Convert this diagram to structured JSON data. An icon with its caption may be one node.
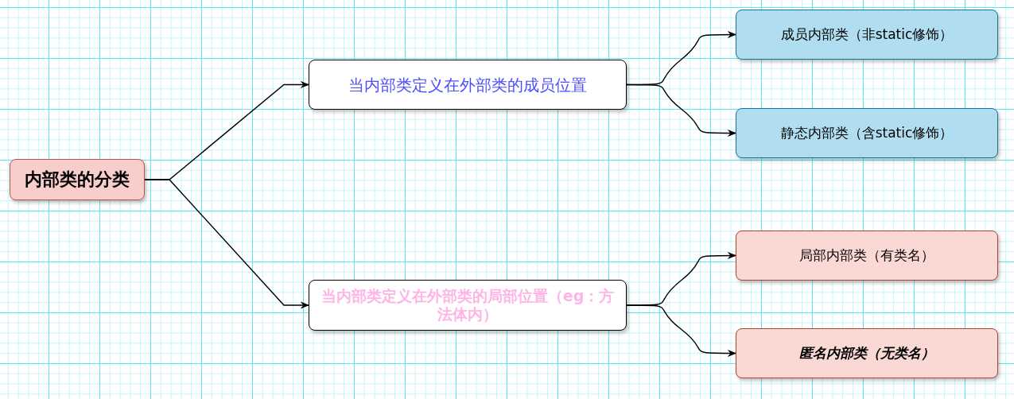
{
  "diagram": {
    "nodes": [
      {
        "text": [
          "内部类的分类"
        ]
      },
      {
        "text": [
          "当内部类定义在外部类的成员位置"
        ]
      },
      {
        "text": [
          "成员内部类（非static修饰）"
        ]
      },
      {
        "text": [
          "静态内部类（含static修饰）"
        ]
      },
      {
        "text": [
          "当内部类定义在外部类的局部位置（eg：方法体内）"
        ]
      },
      {
        "text": [
          "局部内部类（有类名）"
        ]
      },
      {
        "text": [
          "匿名内部类（无类名）"
        ]
      }
    ],
    "edges": [
      {
        "from": 0,
        "to": 1,
        "arrow": "to"
      },
      {
        "from": 0,
        "to": 4,
        "arrow": "to"
      },
      {
        "from": 1,
        "to": 2,
        "arrow": "to"
      },
      {
        "from": 1,
        "to": 3,
        "arrow": "to"
      },
      {
        "from": 4,
        "to": 5,
        "arrow": "to"
      },
      {
        "from": 4,
        "to": 6,
        "arrow": "to"
      }
    ]
  }
}
